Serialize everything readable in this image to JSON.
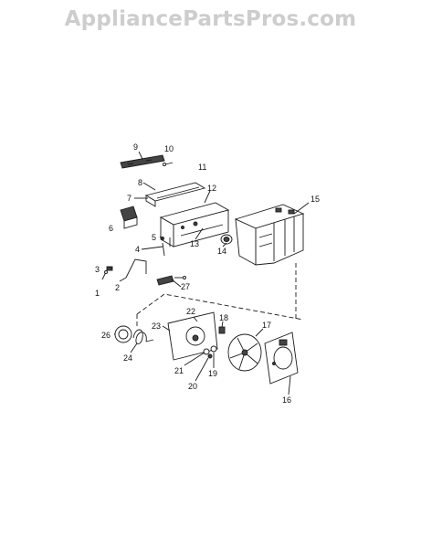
{
  "watermark": "AppliancePartsPros.com",
  "callouts": [
    "1",
    "2",
    "3",
    "4",
    "5",
    "6",
    "7",
    "8",
    "9",
    "10",
    "11",
    "12",
    "13",
    "14",
    "15",
    "16",
    "17",
    "18",
    "19",
    "20",
    "21",
    "22",
    "23",
    "24",
    "26",
    "27"
  ]
}
